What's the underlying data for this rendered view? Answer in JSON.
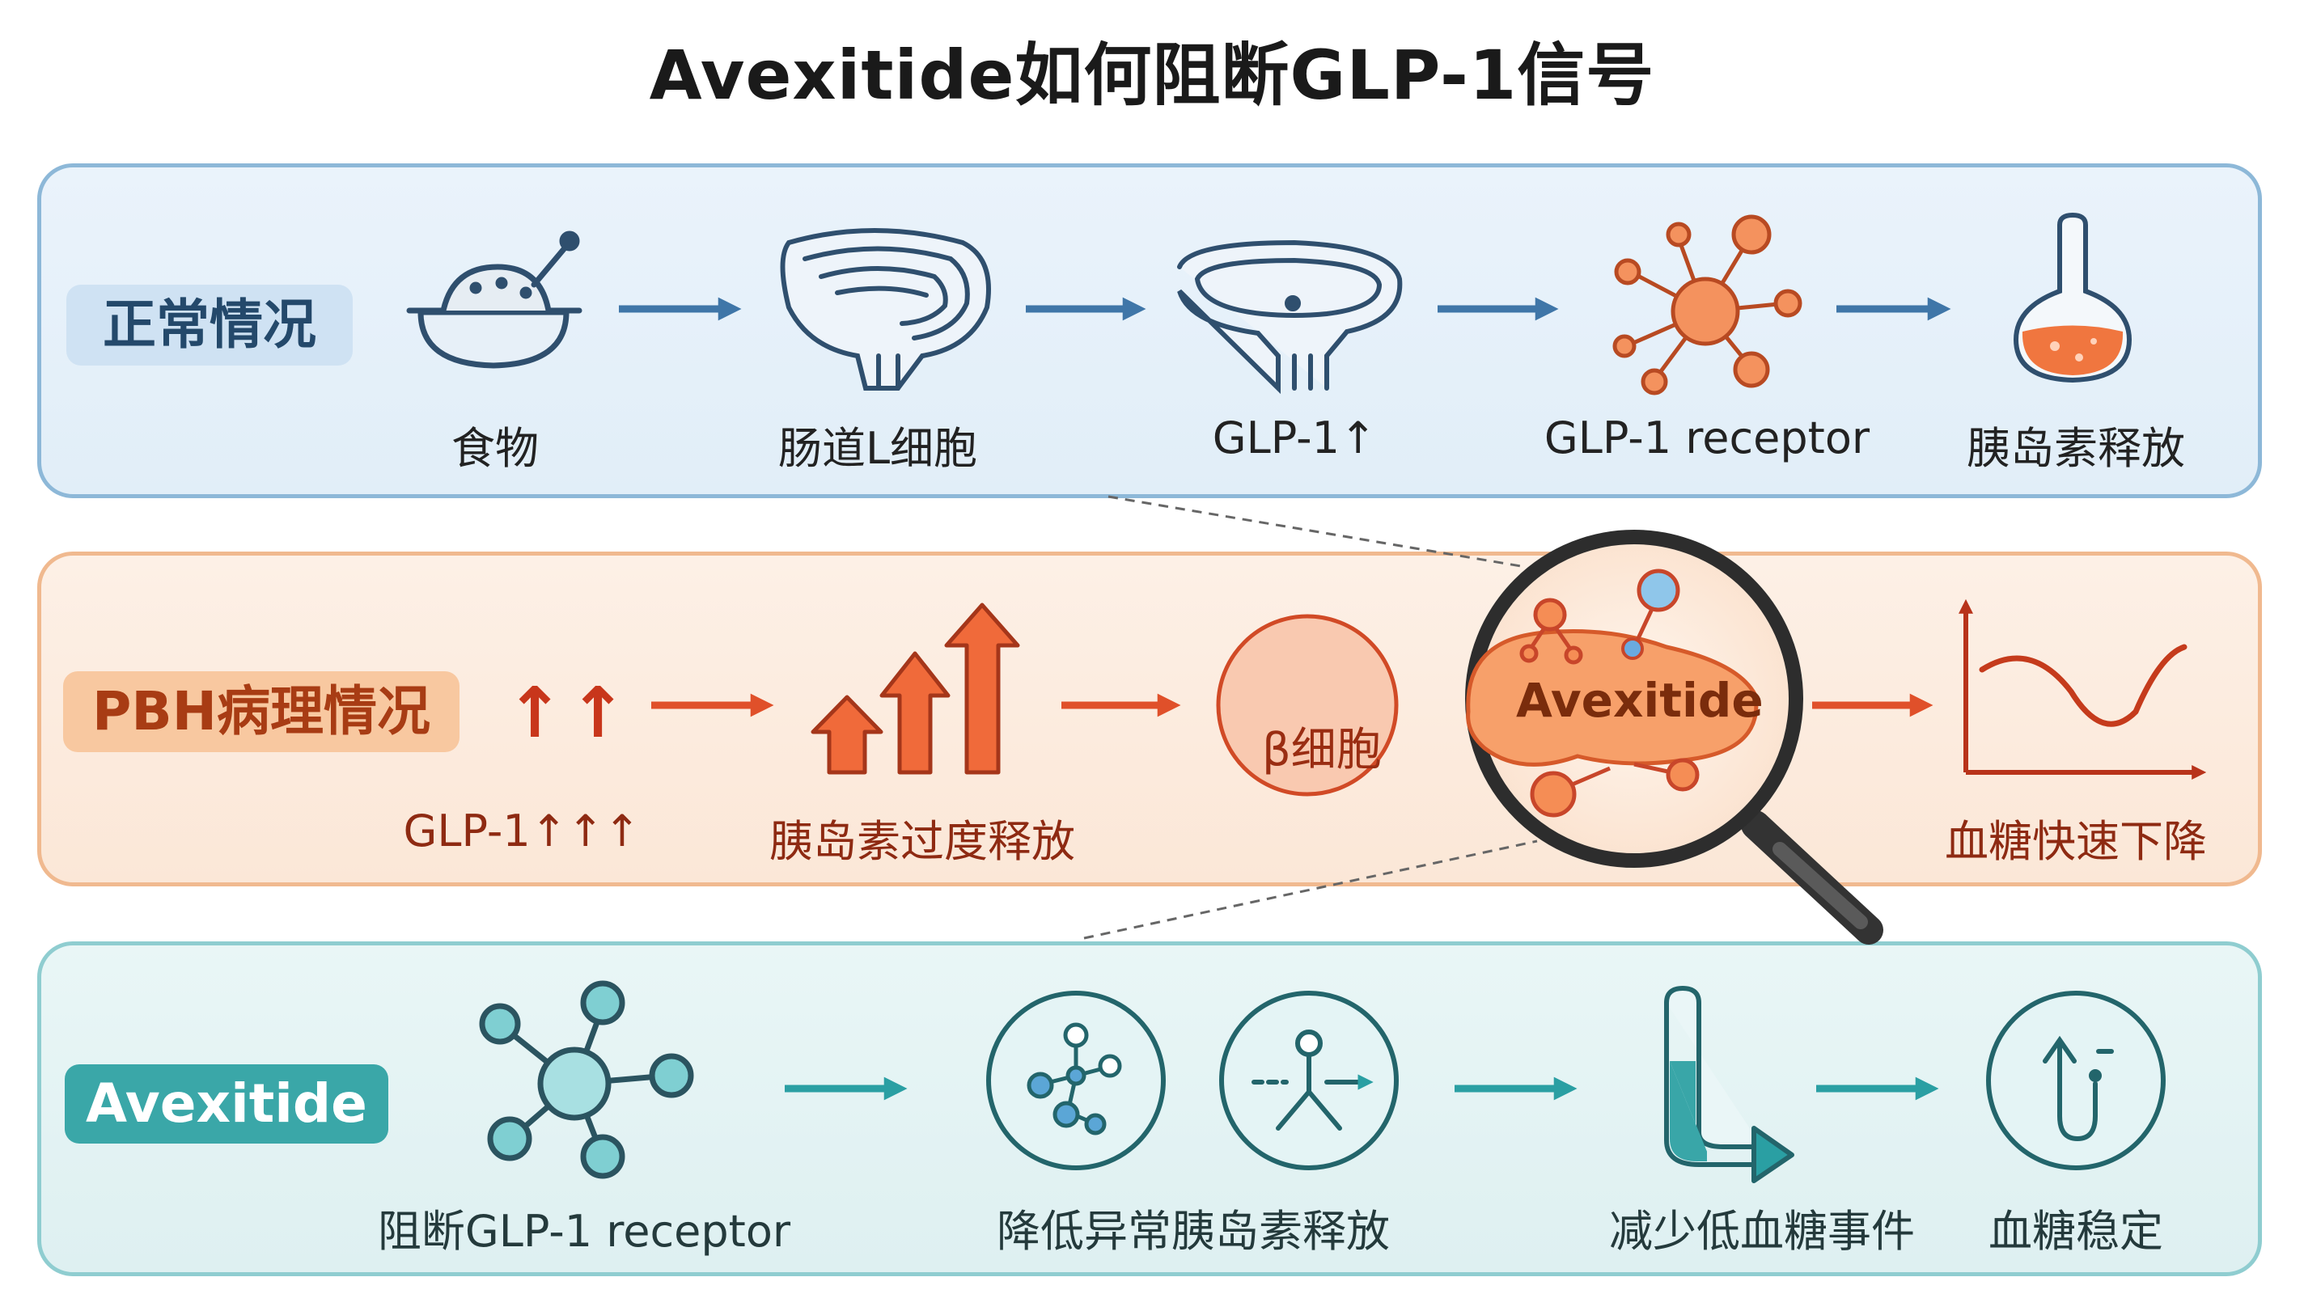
{
  "title": "Avexitide如何阻断GLP-1信号",
  "colors": {
    "normal": "#3f76a8",
    "pathological": "#e0502a",
    "avexitide": "#2a9fa3"
  },
  "rows": [
    {
      "badge": "正常情况",
      "steps": [
        {
          "label": "食物",
          "icon": "food-bowl-icon"
        },
        {
          "label": "肠道L细胞",
          "icon": "intestine-icon"
        },
        {
          "label": "GLP-1↑",
          "icon": "stomach-icon"
        },
        {
          "label": "GLP-1 receptor",
          "icon": "receptor-molecule-icon"
        },
        {
          "label": "胰岛素释放",
          "icon": "flask-icon"
        }
      ]
    },
    {
      "badge": "PBH病理情况",
      "steps": [
        {
          "label": "GLP-1↑↑↑",
          "icon": "double-up-arrow-icon"
        },
        {
          "label": "胰岛素过度释放",
          "icon": "rising-arrows-icon"
        },
        {
          "label": "",
          "icon": "beta-cell-icon"
        },
        {
          "label": "",
          "icon": "magnifier-icon"
        },
        {
          "label": "血糖快速下降",
          "icon": "glucose-curve-icon"
        }
      ],
      "ups_text": "↑↑",
      "beta_cell_label": "β细胞",
      "magnified_label": "Avexitide"
    },
    {
      "badge": "Avexitide",
      "steps": [
        {
          "label": "阻断GLP-1 receptor",
          "icon": "blocked-receptor-icon"
        },
        {
          "label": "降低异常胰岛素释放",
          "icon": "molecule-circle-icon"
        },
        {
          "label": "",
          "icon": "split-arrow-circle-icon"
        },
        {
          "label": "减少低血糖事件",
          "icon": "test-tube-icon"
        },
        {
          "label": "血糖稳定",
          "icon": "stable-circle-icon"
        }
      ]
    }
  ]
}
